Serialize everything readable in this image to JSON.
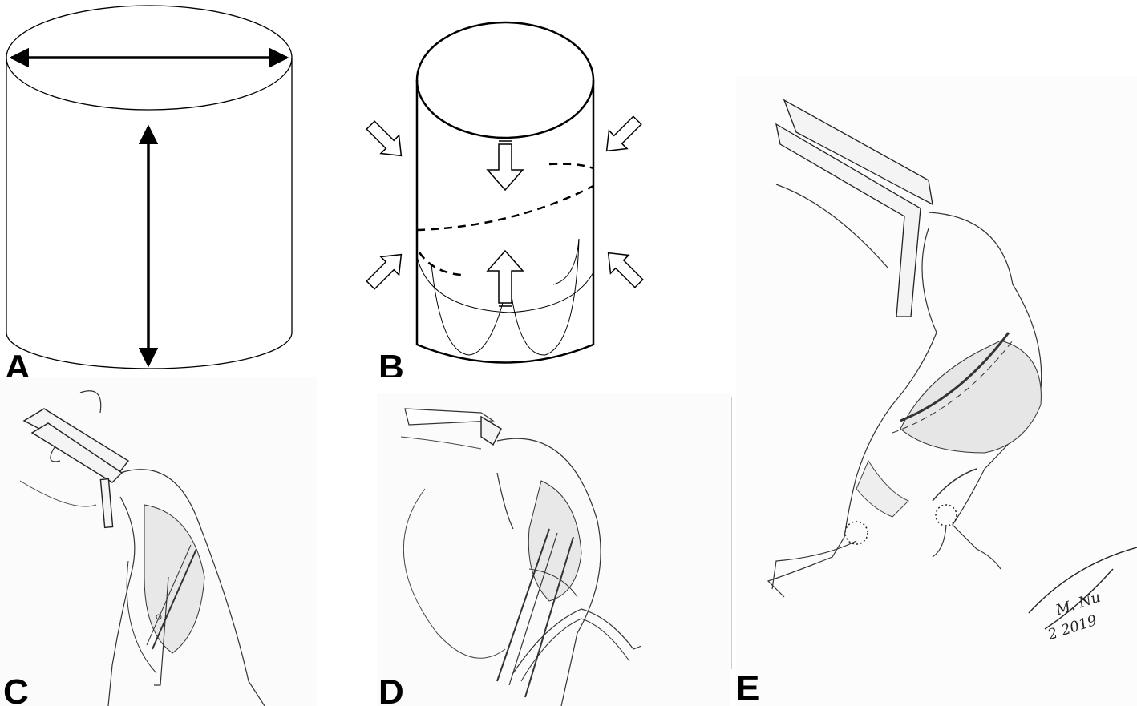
{
  "panels": {
    "a": {
      "label": "A"
    },
    "b": {
      "label": "B"
    },
    "c": {
      "label": "C"
    },
    "d": {
      "label": "D"
    },
    "e": {
      "label": "E"
    }
  },
  "signature": {
    "line1": "M. Nu",
    "line2": "2 2019"
  },
  "colors": {
    "ink": "#000000",
    "shade": "#e8e8e8",
    "line": "#333333"
  },
  "icons": [
    "double-arrow-icon",
    "hollow-arrow-icon",
    "stapler-icon"
  ]
}
